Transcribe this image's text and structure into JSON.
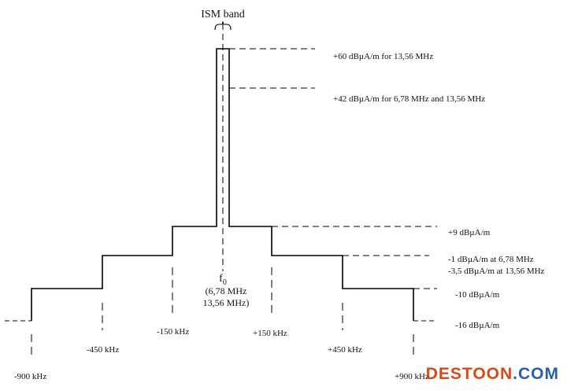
{
  "title": "ISM band",
  "center": {
    "symbol": "f",
    "subscript": "0",
    "line1": "(6,78 MHz",
    "line2": "13,56 MHz)"
  },
  "levels": [
    {
      "key": "l60",
      "label": "+60 dBµA/m for 13,56 MHz"
    },
    {
      "key": "l42",
      "label": "+42 dBµA/m for 6,78 MHz and 13,56 MHz"
    },
    {
      "key": "l9",
      "label": "+9 dBµA/m"
    },
    {
      "key": "lm1",
      "label": "-1 dBµA/m at 6,78 MHz"
    },
    {
      "key": "lm35",
      "label": "-3,5 dBµA/m at 13,56 MHz"
    },
    {
      "key": "lm10",
      "label": "-10 dBµA/m"
    },
    {
      "key": "lm16",
      "label": "-16 dBµA/m"
    }
  ],
  "frequencies": [
    {
      "key": "m900",
      "label": "-900 kHz"
    },
    {
      "key": "m450",
      "label": "-450 kHz"
    },
    {
      "key": "m150",
      "label": "-150 kHz"
    },
    {
      "key": "p150",
      "label": "+150 kHz"
    },
    {
      "key": "p450",
      "label": "+450 kHz"
    },
    {
      "key": "p900",
      "label": "+900 kHz"
    }
  ],
  "watermark": {
    "part1": "DESTOON",
    "part2": ".COM"
  },
  "colors": {
    "line": "#000000",
    "watermark_orange": "#d84a14",
    "watermark_blue": "#2a5ea8"
  }
}
